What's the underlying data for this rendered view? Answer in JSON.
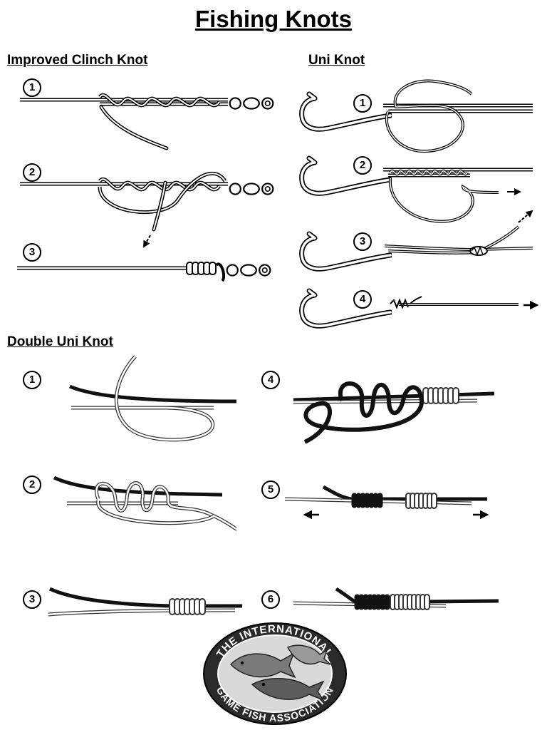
{
  "title": "Fishing Knots",
  "sections": {
    "clinch": {
      "label": "Improved Clinch Knot",
      "steps": [
        "1",
        "2",
        "3"
      ]
    },
    "uni": {
      "label": "Uni Knot",
      "steps": [
        "1",
        "2",
        "3",
        "4"
      ]
    },
    "double_uni": {
      "label": "Double Uni Knot",
      "steps": [
        "1",
        "2",
        "3",
        "4",
        "5",
        "6"
      ]
    }
  },
  "logo": {
    "text": "THE INTERNATIONAL GAME FISH ASSOCIATION"
  },
  "colors": {
    "line_dark": "#111111",
    "line_light": "#ffffff",
    "outline": "#333333"
  }
}
